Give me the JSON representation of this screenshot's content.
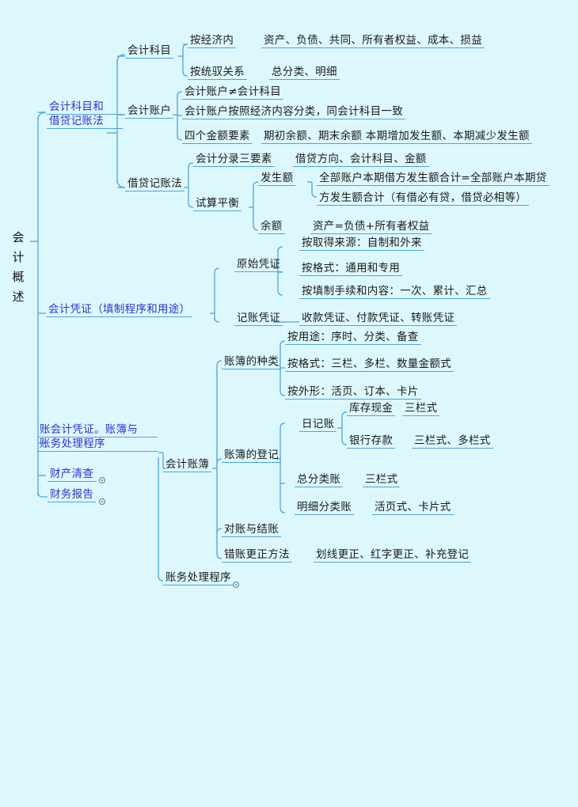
{
  "diagram": {
    "title": "会计概述",
    "root_chars": [
      "会",
      "计",
      "概",
      "述"
    ],
    "colors": {
      "background": "#ddf8fd",
      "link": "#4da3dd",
      "level1_text": "#3232cd",
      "node_text": "#1a1a1a",
      "marker": "#5a7d92"
    }
  },
  "branches": {
    "b1": {
      "label_l1": "会计科目和",
      "label_l2": "借贷记账法",
      "kemu": {
        "label": "会计科目",
        "c1_key": "按经济内",
        "c1_val": "资产、负债、共同、所有者权益、成本、损益",
        "c2_key": "按统驭关系",
        "c2_val": "总分类、明细"
      },
      "zhanghu": {
        "label": "会计账户",
        "c1": "会计账户≠会计科目",
        "c2": "会计账户按照经济内容分类，同会计科目一致",
        "c3_key": "四个金额要素",
        "c3_val": "期初余额、期末余额  本期增加发生额、本期减少发生额"
      },
      "jidai": {
        "label": "借贷记账法",
        "c1_key": "会计分录三要素",
        "c1_val": "借贷方向、会计科目、金额",
        "pingheng": {
          "label": "试算平衡",
          "fasheng_label": "发生额",
          "fasheng_line1": "全部账户本期借方发生额合计=全部账户本期贷",
          "fasheng_line2": "方发生额合计（有借必有贷，借贷必相等）",
          "yue_label": "余额",
          "yue_val": "资产=负债+所有者权益"
        }
      }
    },
    "b2": {
      "label": "会计凭证（填制程序和用途）",
      "yuanshi": {
        "label": "原始凭证",
        "c1": "按取得来源：自制和外来",
        "c2": "按格式：通用和专用",
        "c3": "按填制手续和内容：一次、累计、汇总"
      },
      "jizhang": {
        "label": "记账凭证",
        "c1": "收款凭证、付款凭证、转账凭证"
      }
    },
    "b3": {
      "label_l1": "账会计凭证。账簿与",
      "label_l2": "账务处理程序",
      "zhangbu": {
        "label": "会计账簿",
        "zhonglei": {
          "label": "账簿的种类",
          "c1": "按用途：序时、分类、备查",
          "c2": "按格式：三栏、多栏、数量金额式",
          "c3": "按外形：活页、订本、卡片"
        },
        "dengji": {
          "label": "账簿的登记",
          "riji": {
            "label": "日记账",
            "c1_key": "库存现金",
            "c1_val": "三栏式",
            "c2_key": "银行存款",
            "c2_val": "三栏式、多栏式"
          },
          "zong_key": "总分类账",
          "zong_val": "三栏式",
          "ming_key": "明细分类账",
          "ming_val": "活页式、卡片式"
        },
        "duizhang": "对账与结账",
        "cuozhang_key": "错账更正方法",
        "cuozhang_val": "划线更正、红字更正、补充登记"
      },
      "zhangwu": "账务处理程序"
    },
    "b4": {
      "label": "财产清查"
    },
    "b5": {
      "label": "财务报告"
    }
  }
}
